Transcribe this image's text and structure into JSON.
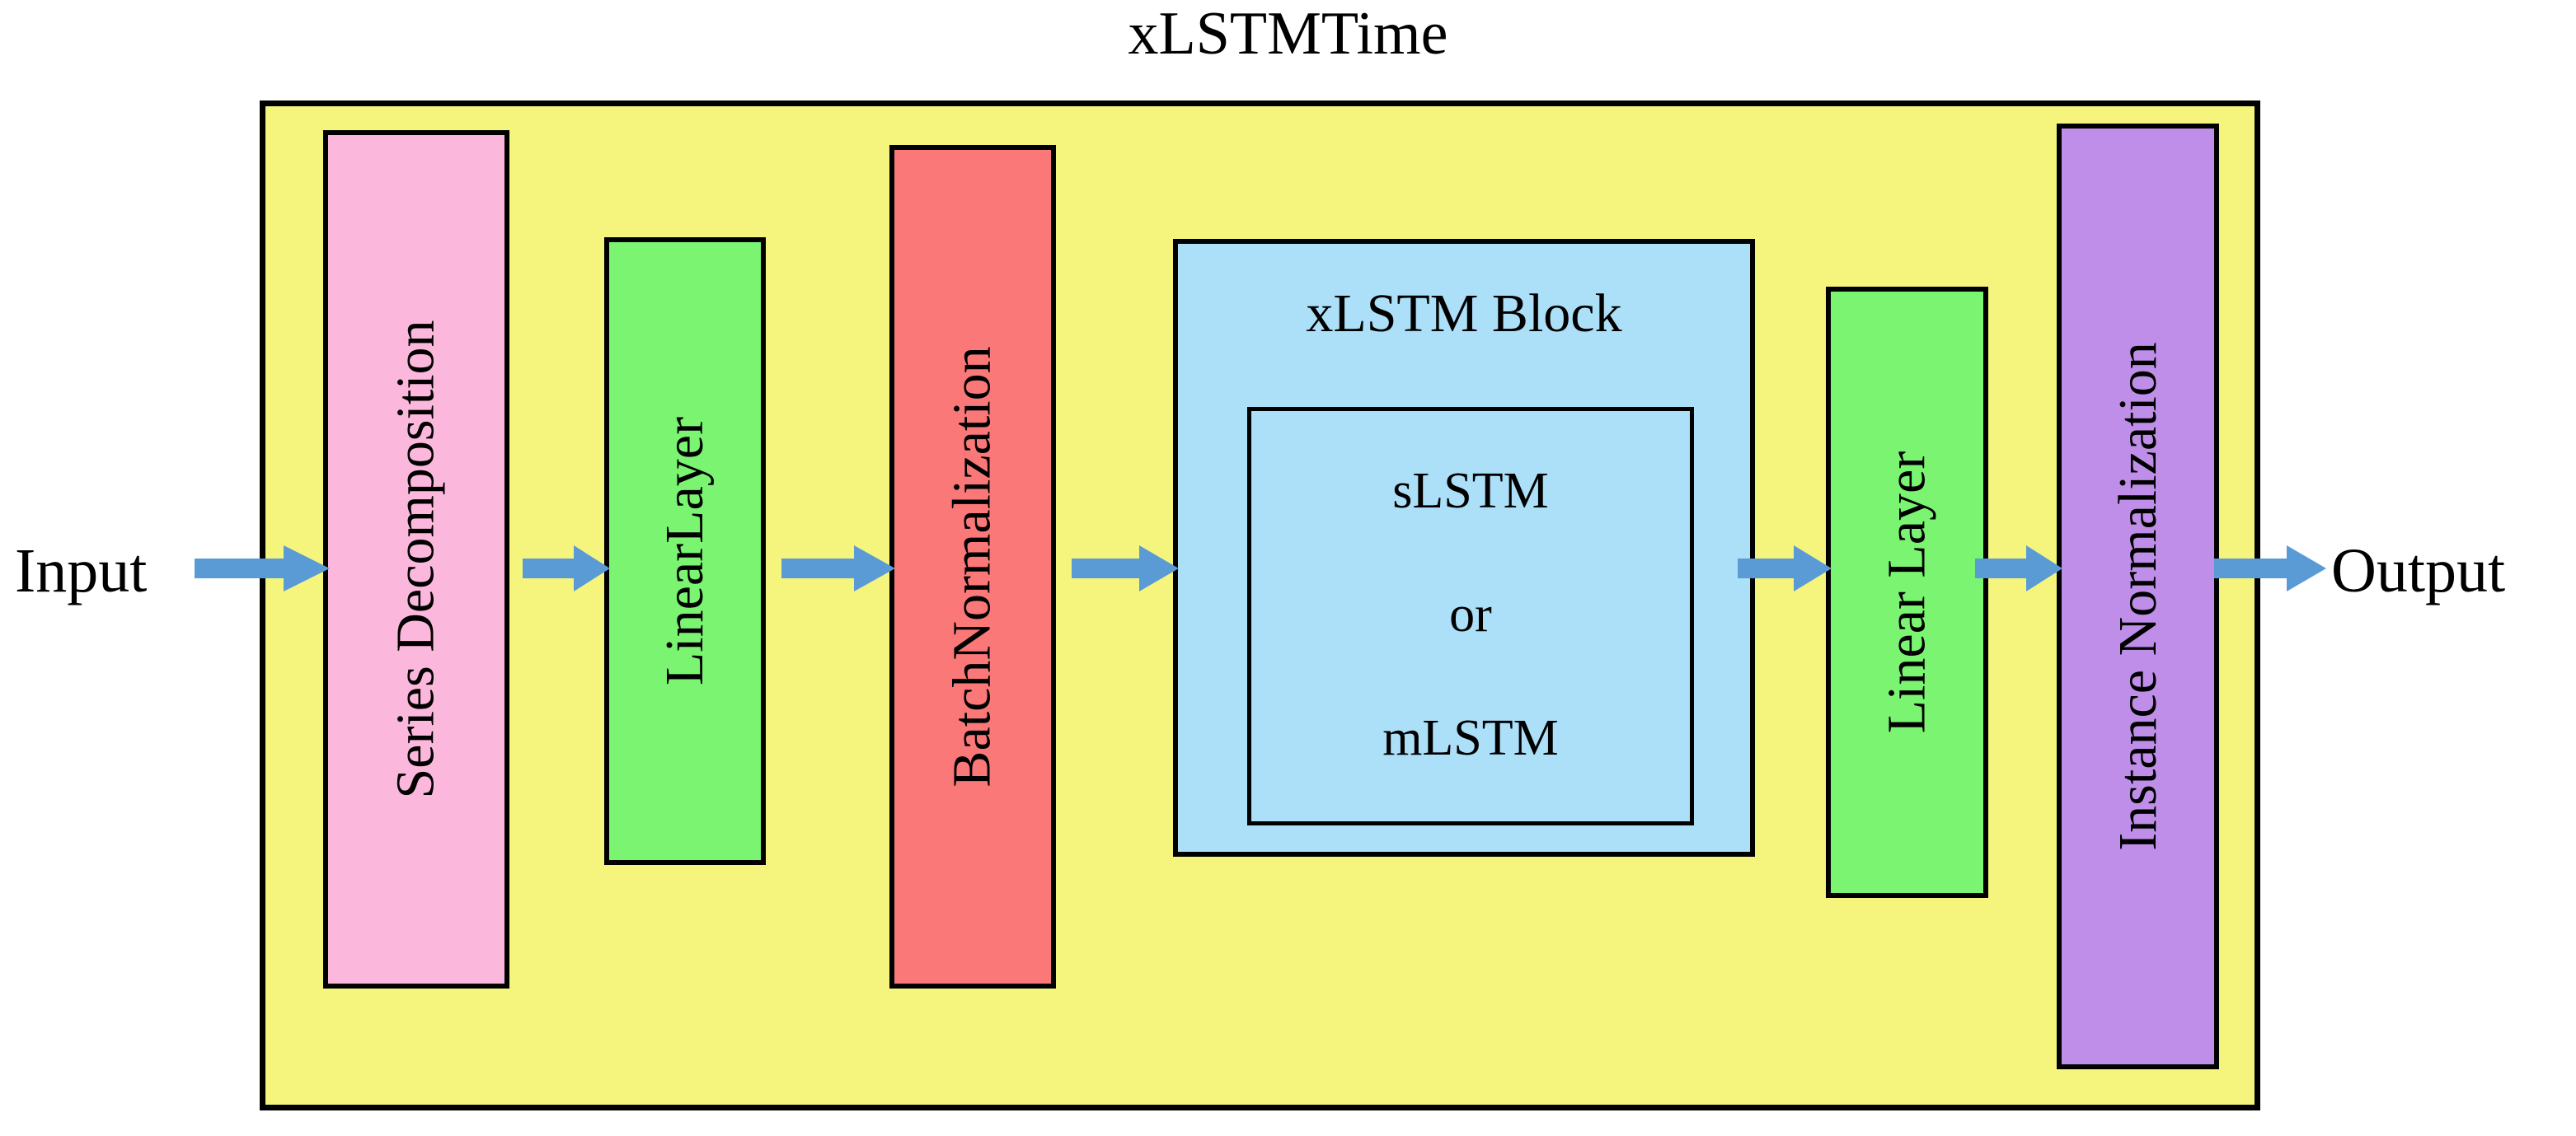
{
  "diagram": {
    "title": "xLSTMTime",
    "type": "architecture-block-diagram",
    "container_fill": "#F5F57E",
    "arrow_color": "#5B9BD5",
    "border_color": "#000000"
  },
  "endpoints": {
    "input_label": "Input",
    "output_label": "Output"
  },
  "blocks": [
    {
      "id": "series-decomposition",
      "label": "Series Decomposition",
      "fill": "#FBB8DC",
      "orientation": "vertical"
    },
    {
      "id": "linear-layer-1",
      "label": "LinearLayer",
      "fill": "#7BF472",
      "orientation": "vertical"
    },
    {
      "id": "batch-normalization",
      "label": "BatchNormalization",
      "fill": "#FA7878",
      "orientation": "vertical"
    },
    {
      "id": "xlstm-block",
      "label": "xLSTM Block",
      "fill": "#ACDFF8",
      "orientation": "horizontal",
      "variants": [
        "sLSTM",
        "or",
        "mLSTM"
      ]
    },
    {
      "id": "linear-layer-2",
      "label": "Linear Layer",
      "fill": "#7BF472",
      "orientation": "vertical"
    },
    {
      "id": "instance-normalization",
      "label": "Instance Normalization",
      "fill": "#BE8EE8",
      "orientation": "vertical"
    }
  ],
  "arrows": [
    {
      "id": "input-to-series-decomposition",
      "from": "Input",
      "to": "Series Decomposition"
    },
    {
      "id": "series-decomposition-to-linear-1",
      "from": "Series Decomposition",
      "to": "LinearLayer"
    },
    {
      "id": "linear-1-to-batch-normalization",
      "from": "LinearLayer",
      "to": "BatchNormalization"
    },
    {
      "id": "batch-normalization-to-xlstm",
      "from": "BatchNormalization",
      "to": "xLSTM Block"
    },
    {
      "id": "xlstm-to-linear-2",
      "from": "xLSTM Block",
      "to": "Linear Layer"
    },
    {
      "id": "linear-2-to-instance-normalization",
      "from": "Linear Layer",
      "to": "Instance Normalization"
    },
    {
      "id": "instance-normalization-to-output",
      "from": "Instance Normalization",
      "to": "Output"
    }
  ]
}
